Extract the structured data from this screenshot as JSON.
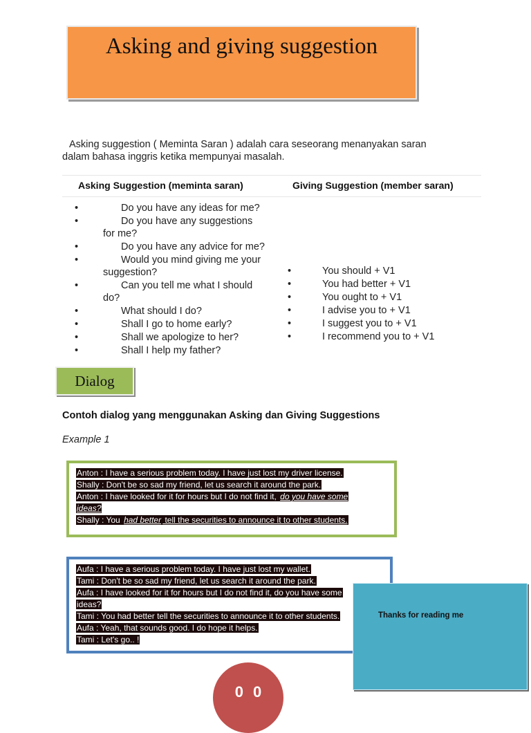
{
  "title": "Asking and giving suggestion",
  "intro": "Asking suggestion ( Meminta Saran ) adalah cara seseorang menanyakan saran dalam bahasa inggris ketika mempunyai masalah.",
  "table": {
    "asking_header": "Asking Suggestion (meminta saran)",
    "giving_header": "Giving Suggestion (member saran)",
    "bullet": "•",
    "asking": [
      "Do you have any ideas for me?",
      "Do you have any suggestions for me?",
      "Do you have any advice for me?",
      "Would you mind giving me your suggestion?",
      "Can you tell me what I should do?",
      "What should I do?",
      "Shall I go to home early?",
      "Shall we apologize to her?",
      "Shall I help my father?"
    ],
    "giving": [
      "You should + V1",
      "You had better + V1",
      "You ought to + V1",
      "I advise you to + V1",
      "I suggest you to + V1",
      "I recommend you to + V1"
    ]
  },
  "dialog_label": "Dialog",
  "subheading": "Contoh dialog yang menggunakan Asking dan Giving Suggestions",
  "example_label": "Example 1",
  "dialog1": {
    "l1": "Anton    : I have a serious problem today. I have just lost my driver license.",
    "l2": "Shally  :  Don't be so sad my friend, let us search it around the park.",
    "l3a": "Anton    : I have looked for it for hours but I do not find it, ",
    "l3b": "do you have some",
    "l4": "ideas?",
    "l5a": "Shally : You ",
    "l5b": "had better",
    "l5c": " tell the securities to announce it to other students."
  },
  "dialog2": {
    "l1": "Aufa   : I have a serious problem today. I have just lost my wallet.",
    "l2": "Tami   : Don't be so sad my friend, let us search it around the park.",
    "l3": "Aufa   : I have looked for it for hours but I do not find it, do you have some",
    "l4": "ideas?",
    "l5": "Tami   : You had better tell the securities to announce it to other students.",
    "l6": "Aufa   : Yeah, that sounds good. I do hope it helps.",
    "l7": "Tami   : Let's go.. !"
  },
  "thanks": "Thanks for reading me",
  "page_number": "00"
}
